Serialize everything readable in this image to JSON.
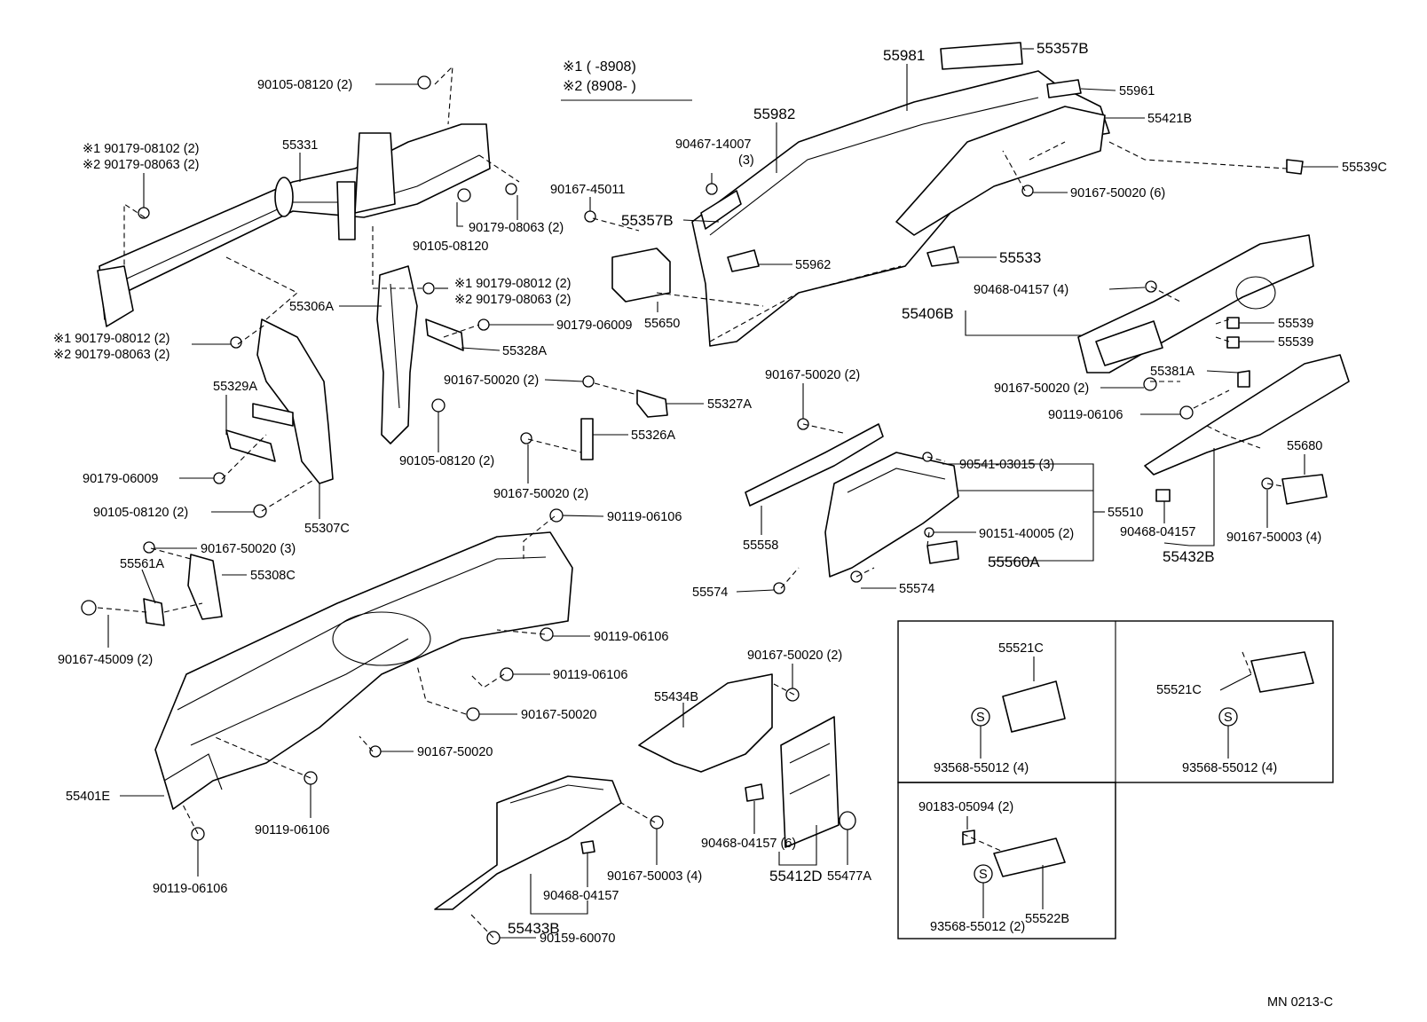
{
  "notes": {
    "line1": "※1 (        -8908)",
    "line2": "※2 (8908-        )"
  },
  "footer": {
    "code": "MN  0213-C"
  },
  "labels": {
    "l01": "90105-08120 (2)",
    "l02a": "※1 90179-08102 (2)",
    "l02b": "※2 90179-08063 (2)",
    "l03": "55331",
    "l04": "90179-08063 (2)",
    "l05": "90105-08120",
    "l06a": "※1 90179-08012 (2)",
    "l06b": "※2 90179-08063 (2)",
    "l07": "55306A",
    "l08a": "※1 90179-08012 (2)",
    "l08b": "※2 90179-08063 (2)",
    "l09": "90179-06009",
    "l10": "55328A",
    "l11": "55329A",
    "l12": "90167-50020 (2)",
    "l13": "55327A",
    "l14": "90105-08120 (2)",
    "l15": "55326A",
    "l16": "90179-06009",
    "l17": "90105-08120 (2)",
    "l18": "55307C",
    "l19": "90167-50020 (2)",
    "l20": "90119-06106",
    "l21": "90167-50020 (3)",
    "l22": "55561A",
    "l23": "55308C",
    "l24": "90167-45009 (2)",
    "l25": "90119-06106",
    "l26": "90119-06106",
    "l27": "90167-50020",
    "l28": "90167-50020",
    "l29": "55401E",
    "l30": "90119-06106",
    "l31": "90119-06106",
    "l32": "90167-45011",
    "l33": "55650",
    "l34": "55357B",
    "l35": "90467-14007",
    "l35b": "(3)",
    "l36": "55982",
    "l37": "55981",
    "l38": "55357B",
    "l39": "55961",
    "l40": "55421B",
    "l41": "55539C",
    "l42": "90167-50020 (6)",
    "l43": "55962",
    "l44": "55533",
    "l45": "90468-04157 (4)",
    "l46": "55406B",
    "l47": "55539",
    "l48": "55539",
    "l49": "90167-50020 (2)",
    "l50": "55381A",
    "l51": "90119-06106",
    "l52": "90167-50020 (2)",
    "l53": "55558",
    "l54": "90541-03015 (3)",
    "l55": "55510",
    "l56": "90151-40005 (2)",
    "l57": "55560A",
    "l58": "55574",
    "l59": "55574",
    "l60": "55680",
    "l61": "90468-04157",
    "l62": "90167-50003 (4)",
    "l63": "55432B",
    "l64": "90167-50020 (2)",
    "l65": "55434B",
    "l66": "90468-04157 (6)",
    "l67": "55412D",
    "l68": "55477A",
    "l69": "90167-50003 (4)",
    "l70": "90468-04157",
    "l71": "55433B",
    "l72": "90159-60070",
    "l73": "55521C",
    "l74": "93568-55012 (4)",
    "l75": "55521C",
    "l76": "93568-55012 (4)",
    "l77": "90183-05094 (2)",
    "l78": "93568-55012 (2)",
    "l79": "55522B",
    "s1": "S",
    "s2": "S",
    "s3": "S"
  }
}
